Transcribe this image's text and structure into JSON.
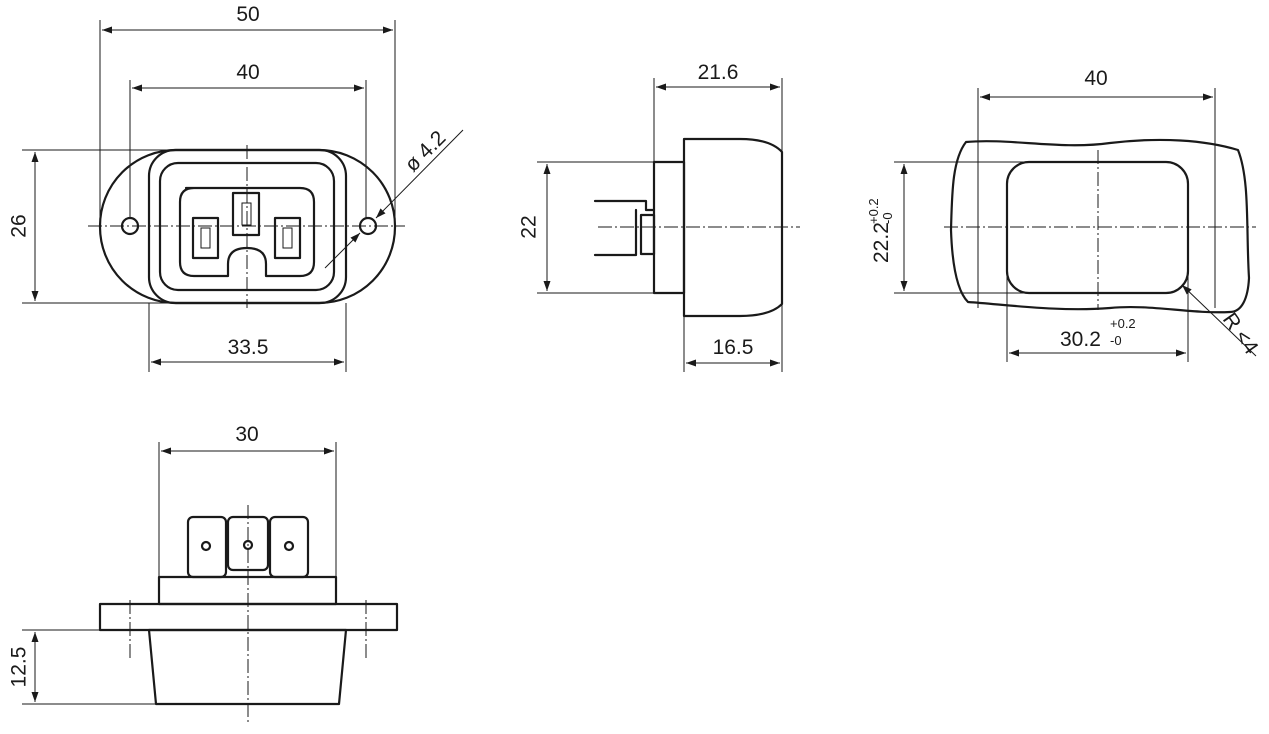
{
  "front_view": {
    "width_overall": "50",
    "hole_spacing": "40",
    "height": "26",
    "hole_diameter": "ø 4.2",
    "body_width": "33.5"
  },
  "side_view": {
    "depth_overall": "21.6",
    "height": "22",
    "depth_body": "16.5"
  },
  "cutout_view": {
    "panel_width": "40",
    "cutout_height": "22.2",
    "cutout_height_tol_plus": "+0.2",
    "cutout_height_tol_minus": "-0",
    "cutout_width": "30.2",
    "cutout_width_tol_plus": "+0.2",
    "cutout_width_tol_minus": "-0",
    "corner_radius": "R <4"
  },
  "bottom_view": {
    "width": "30",
    "height": "12.5"
  }
}
